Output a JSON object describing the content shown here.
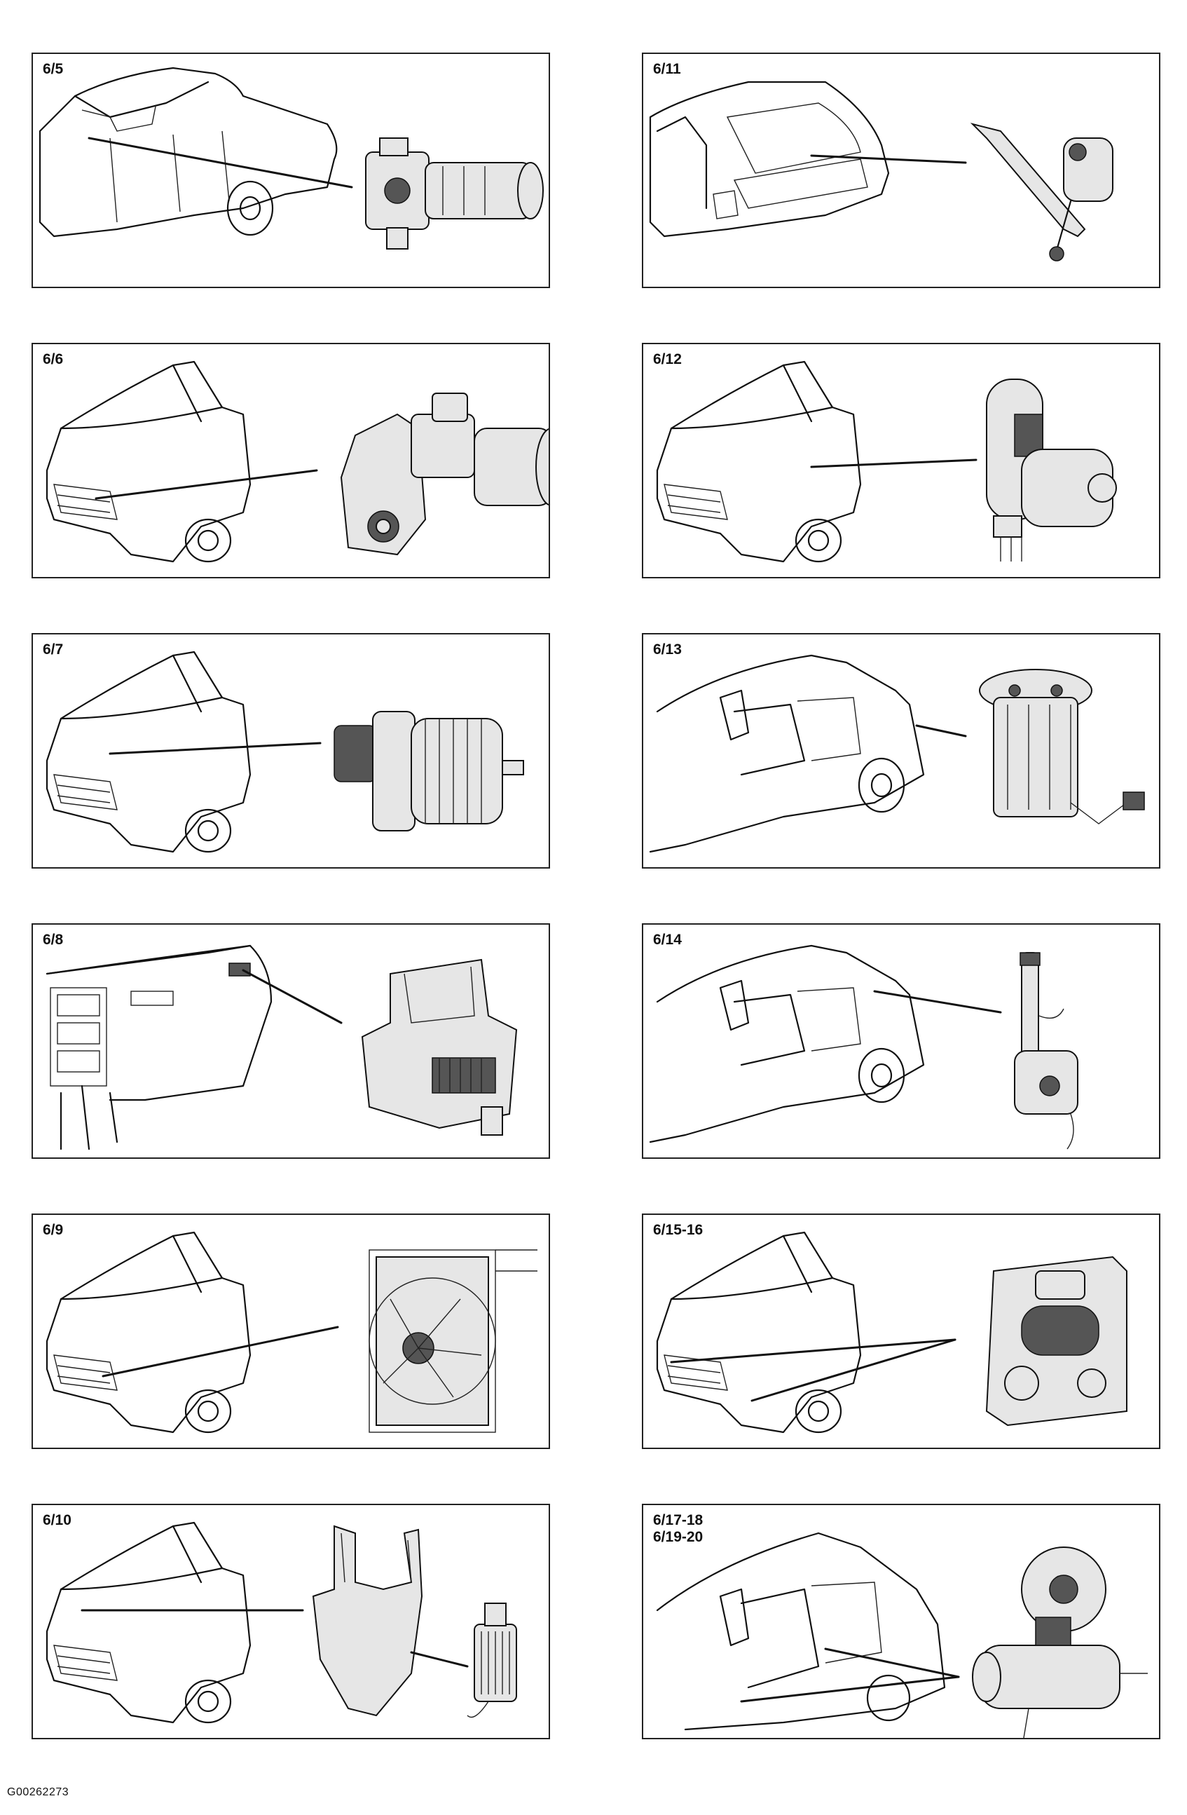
{
  "panels": [
    {
      "label": "6/5",
      "view": "sedan-side",
      "component": "motor"
    },
    {
      "label": "6/11",
      "view": "wagon-rear",
      "component": "wiper-motor"
    },
    {
      "label": "6/6",
      "view": "car-front",
      "component": "starter"
    },
    {
      "label": "6/12",
      "view": "car-front",
      "component": "pump-motor"
    },
    {
      "label": "6/7",
      "view": "car-front",
      "component": "alternator"
    },
    {
      "label": "6/13",
      "view": "sedan-side",
      "component": "fuel-pump"
    },
    {
      "label": "6/8",
      "view": "dashboard",
      "component": "blower-housing"
    },
    {
      "label": "6/14",
      "view": "sedan-side",
      "component": "antenna"
    },
    {
      "label": "6/9",
      "view": "car-front",
      "component": "cooling-fan"
    },
    {
      "label": "6/15-16",
      "view": "car-front",
      "component": "headlamp"
    },
    {
      "label": "6/10",
      "view": "car-front",
      "component": "washer-reservoir"
    },
    {
      "label": "6/17-18\n6/19-20",
      "view": "sedan-side",
      "component": "window-motor"
    }
  ],
  "footer": {
    "code": "G00262273"
  }
}
